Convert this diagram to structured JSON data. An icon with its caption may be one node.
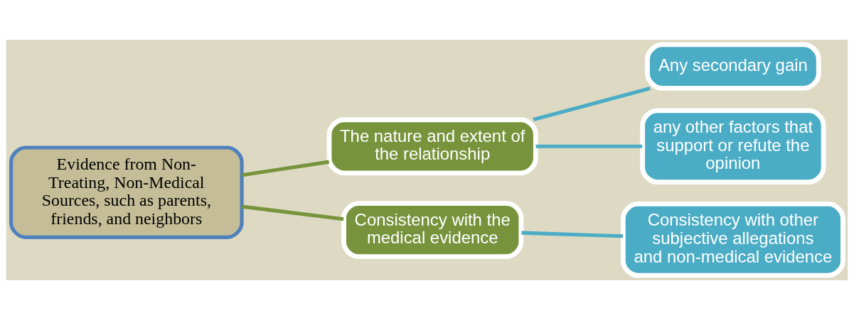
{
  "diagram": {
    "nodes": [
      {
        "text": [
          "Evidence from Non-Treating, Non-Medical Sources, such as parents, friends, and neighbors"
        ]
      },
      {
        "text": [
          "The nature and extent of the relationship"
        ]
      },
      {
        "text": [
          "Consistency with the medical evidence"
        ]
      },
      {
        "text": [
          "Any secondary gain"
        ]
      },
      {
        "text": [
          "any other factors that support or refute the opinion"
        ]
      },
      {
        "text": [
          "Consistency with other subjective allegations and non-medical evidence"
        ]
      }
    ],
    "edges": [
      {
        "from": 0,
        "to": 1,
        "arrow": "none",
        "color": "#77933c"
      },
      {
        "from": 0,
        "to": 2,
        "arrow": "none",
        "color": "#77933c"
      },
      {
        "from": 1,
        "to": 3,
        "arrow": "none"
      },
      {
        "from": 1,
        "to": 4,
        "arrow": "none"
      },
      {
        "from": 2,
        "to": 5,
        "arrow": "none"
      }
    ]
  }
}
